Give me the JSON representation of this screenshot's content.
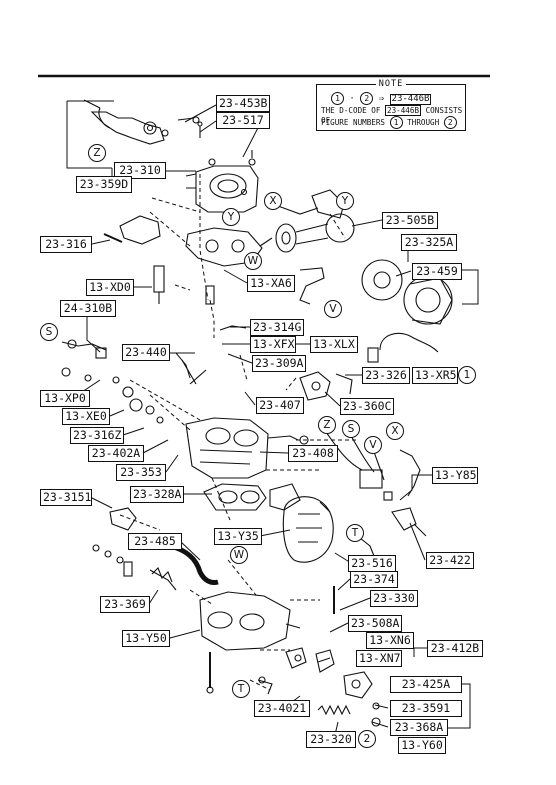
{
  "note": {
    "header": "NOTE",
    "circle_1": "1",
    "circle_2": "2",
    "part_code": "23-446B",
    "line2_pre": "THE D-CODE OF",
    "line2_code": "23-446B",
    "line2_post": "CONSISTS OF",
    "line3_pre": "FIGURE NUMBERS",
    "line3_mid": "THROUGH"
  },
  "labels": [
    {
      "id": "l01",
      "text": "23-453B"
    },
    {
      "id": "l02",
      "text": "23-517"
    },
    {
      "id": "l03",
      "text": "23-310"
    },
    {
      "id": "l04",
      "text": "23-359D"
    },
    {
      "id": "l05",
      "text": "23-316"
    },
    {
      "id": "l06",
      "text": "23-505B"
    },
    {
      "id": "l07",
      "text": "23-325A"
    },
    {
      "id": "l08",
      "text": "23-459"
    },
    {
      "id": "l09",
      "text": "13-XD0"
    },
    {
      "id": "l10",
      "text": "13-XA6"
    },
    {
      "id": "l11",
      "text": "24-310B"
    },
    {
      "id": "l12",
      "text": "23-314G"
    },
    {
      "id": "l13",
      "text": "13-XFX"
    },
    {
      "id": "l14",
      "text": "13-XLX"
    },
    {
      "id": "l15",
      "text": "23-440"
    },
    {
      "id": "l16",
      "text": "23-309A"
    },
    {
      "id": "l17",
      "text": "23-326"
    },
    {
      "id": "l18",
      "text": "13-XR5"
    },
    {
      "id": "l19",
      "text": "13-XP0"
    },
    {
      "id": "l20",
      "text": "13-XE0"
    },
    {
      "id": "l21",
      "text": "23-316Z"
    },
    {
      "id": "l22",
      "text": "23-402A"
    },
    {
      "id": "l23",
      "text": "23-407"
    },
    {
      "id": "l24",
      "text": "23-360C"
    },
    {
      "id": "l25",
      "text": "23-408"
    },
    {
      "id": "l26",
      "text": "13-Y85"
    },
    {
      "id": "l27",
      "text": "23-353"
    },
    {
      "id": "l28",
      "text": "23-3151"
    },
    {
      "id": "l29",
      "text": "23-328A"
    },
    {
      "id": "l30",
      "text": "13-Y35"
    },
    {
      "id": "l31",
      "text": "23-485"
    },
    {
      "id": "l32",
      "text": "23-516"
    },
    {
      "id": "l33",
      "text": "23-422"
    },
    {
      "id": "l34",
      "text": "23-374"
    },
    {
      "id": "l35",
      "text": "23-369"
    },
    {
      "id": "l36",
      "text": "23-330"
    },
    {
      "id": "l37",
      "text": "23-508A"
    },
    {
      "id": "l38",
      "text": "13-Y50"
    },
    {
      "id": "l39",
      "text": "13-XN6"
    },
    {
      "id": "l40",
      "text": "23-412B"
    },
    {
      "id": "l41",
      "text": "13-XN7"
    },
    {
      "id": "l42",
      "text": "23-425A"
    },
    {
      "id": "l43",
      "text": "23-4021"
    },
    {
      "id": "l44",
      "text": "23-3591"
    },
    {
      "id": "l45",
      "text": "23-368A"
    },
    {
      "id": "l46",
      "text": "23-320"
    },
    {
      "id": "l47",
      "text": "13-Y60"
    }
  ],
  "callouts": [
    {
      "id": "c01",
      "text": "Z"
    },
    {
      "id": "c02",
      "text": "X"
    },
    {
      "id": "c03",
      "text": "Y"
    },
    {
      "id": "c04",
      "text": "Y"
    },
    {
      "id": "c05",
      "text": "W"
    },
    {
      "id": "c06",
      "text": "V"
    },
    {
      "id": "c07",
      "text": "S"
    },
    {
      "id": "c08",
      "text": "1"
    },
    {
      "id": "c09",
      "text": "Z"
    },
    {
      "id": "c10",
      "text": "S"
    },
    {
      "id": "c11",
      "text": "V"
    },
    {
      "id": "c12",
      "text": "X"
    },
    {
      "id": "c13",
      "text": "T"
    },
    {
      "id": "c14",
      "text": "W"
    },
    {
      "id": "c15",
      "text": "T"
    },
    {
      "id": "c16",
      "text": "2"
    }
  ]
}
